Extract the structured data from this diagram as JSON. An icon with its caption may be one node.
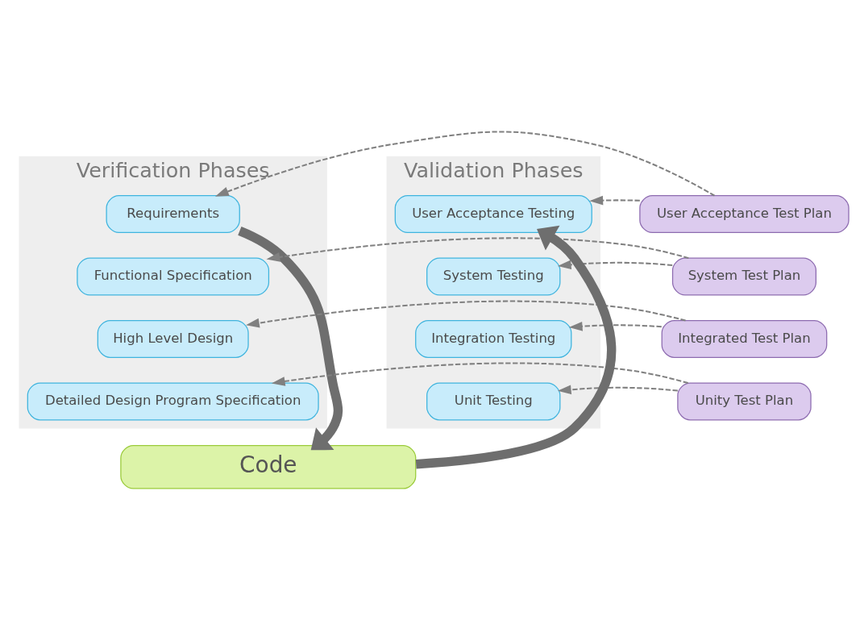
{
  "diagram": {
    "nodes": [
      {
        "text": [
          "Verification Phases"
        ]
      },
      {
        "text": [
          "Validation Phases"
        ]
      },
      {
        "text": [
          "Requirements"
        ],
        "in": 0
      },
      {
        "text": [
          "Functional Specification"
        ],
        "in": 0
      },
      {
        "text": [
          "High Level Design"
        ],
        "in": 0
      },
      {
        "text": [
          "Detailed Design Program Specification"
        ],
        "in": 0
      },
      {
        "text": [
          "User Acceptance Test Plan"
        ]
      },
      {
        "text": [
          "System Test Plan"
        ]
      },
      {
        "text": [
          "Integrated Test Plan"
        ]
      },
      {
        "text": [
          "Unity Test Plan"
        ]
      },
      {
        "text": [
          "User Acceptance Testing"
        ],
        "in": 1
      },
      {
        "text": [
          "System Testing"
        ],
        "in": 1
      },
      {
        "text": [
          "Integration Testing"
        ],
        "in": 1
      },
      {
        "text": [
          "Unit Testing"
        ],
        "in": 1
      },
      {
        "text": [
          "Code"
        ]
      }
    ],
    "edges": [
      {
        "from": 6,
        "to": 2,
        "arrow": "to",
        "style": "dashed"
      },
      {
        "from": 6,
        "to": 10,
        "arrow": "to",
        "style": "dashed"
      },
      {
        "from": 7,
        "to": 3,
        "arrow": "to",
        "style": "dashed"
      },
      {
        "from": 7,
        "to": 11,
        "arrow": "to",
        "style": "dashed"
      },
      {
        "from": 8,
        "to": 4,
        "arrow": "to",
        "style": "dashed"
      },
      {
        "from": 8,
        "to": 12,
        "arrow": "to",
        "style": "dashed"
      },
      {
        "from": 9,
        "to": 5,
        "arrow": "to",
        "style": "dashed"
      },
      {
        "from": 9,
        "to": 13,
        "arrow": "to",
        "style": "dashed"
      },
      {
        "from": 2,
        "to": 14,
        "arrow": "to",
        "style": "thick",
        "color": "#6e6e6e"
      },
      {
        "from": 14,
        "to": 10,
        "arrow": "to",
        "style": "thick",
        "color": "#6e6e6e"
      }
    ]
  }
}
